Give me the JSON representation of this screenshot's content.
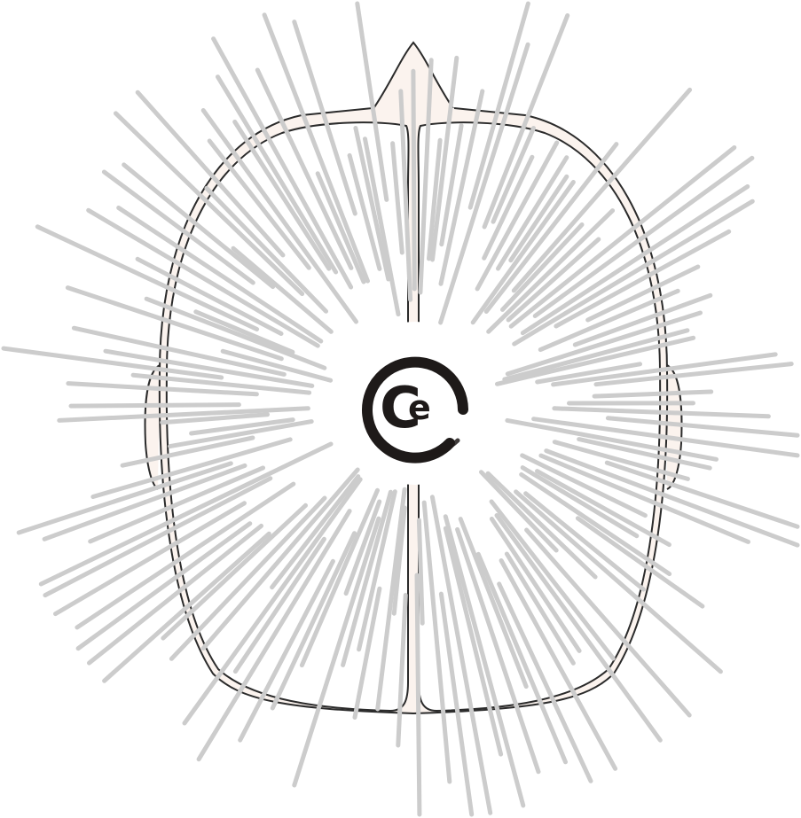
{
  "diagram": {
    "colors": {
      "background": "#ffffff",
      "radial_line": "#cccccc",
      "head_outline": "#2b2b2b",
      "scalp_fill": "#fbf3ee",
      "logo_ring": "#1e1a19"
    },
    "logo": {
      "letter_outer": "C",
      "letter_inner": "e"
    },
    "features": [
      "top-of-head-outline",
      "nose",
      "left-ear",
      "right-ear",
      "midline-fissure",
      "radial-hair-lines",
      "center-logo"
    ]
  }
}
